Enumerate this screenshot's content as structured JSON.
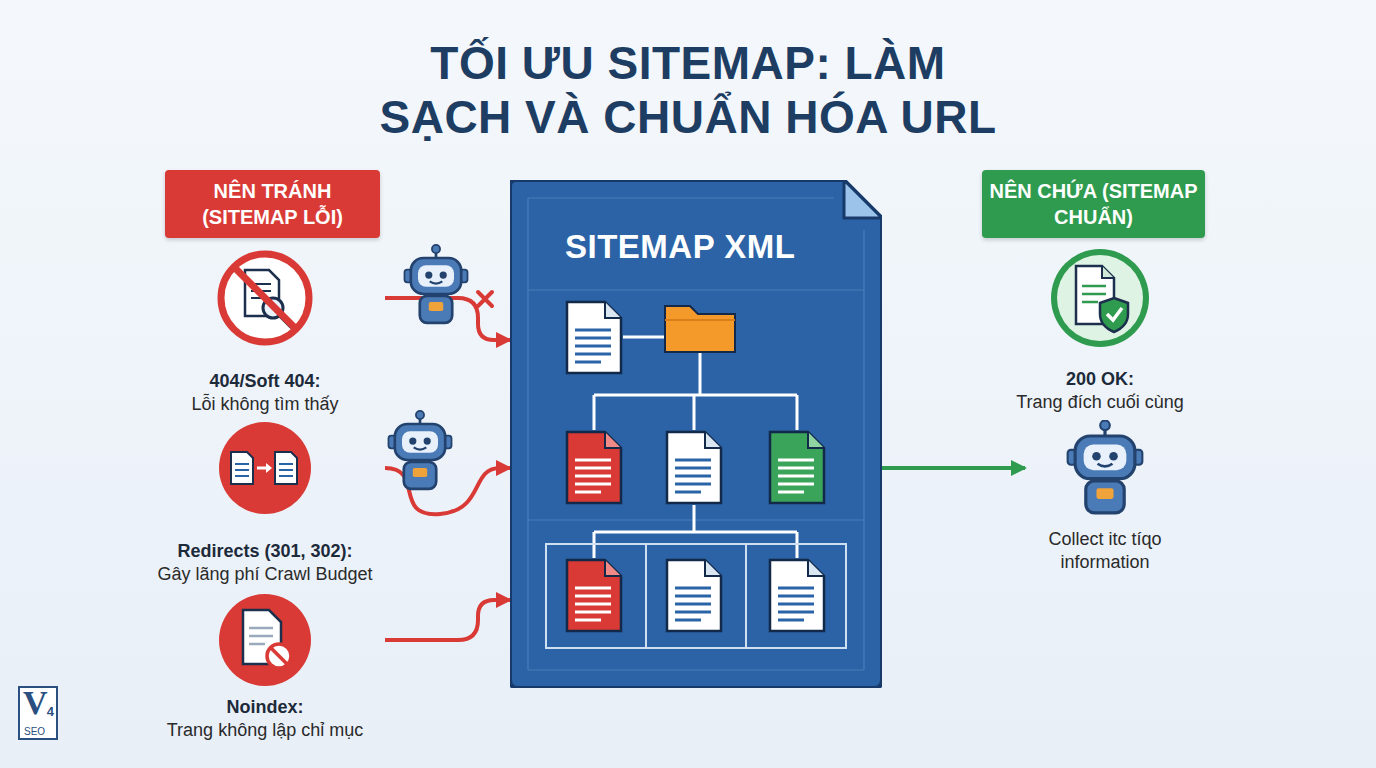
{
  "diagram": {
    "title": "TỐI ƯU SITEMAP: LÀM SẠCH VÀ CHUẨN HÓA URL",
    "nodes": [
      {
        "text": [
          "NÊN TRÁNH (SITEMAP LỖI)"
        ]
      },
      {
        "text": [
          "NÊN CHỨA (SITEMAP CHUẨN)"
        ]
      },
      {
        "text": [
          "SITEMAP XML"
        ]
      },
      {
        "text": [
          "404/Soft 404:",
          "Lỗi không tìm thấy"
        ]
      },
      {
        "text": [
          "Redirects (301, 302):",
          "Gây lãng phí Crawl Budget"
        ]
      },
      {
        "text": [
          "Noindex:",
          "Trang không lập chỉ mục"
        ]
      },
      {
        "text": [
          "200 OK:",
          "Trang đích cuối cùng"
        ]
      },
      {
        "text": [
          "Collect itc tíɋo information"
        ]
      }
    ],
    "edges": [
      {
        "from": 3,
        "to": 2,
        "arrow": "to"
      },
      {
        "from": 4,
        "to": 2,
        "arrow": "to"
      },
      {
        "from": 5,
        "to": 2,
        "arrow": "to"
      },
      {
        "from": 2,
        "to": 7,
        "arrow": "to"
      }
    ],
    "labels": [
      "V",
      "4",
      "SEO"
    ]
  }
}
